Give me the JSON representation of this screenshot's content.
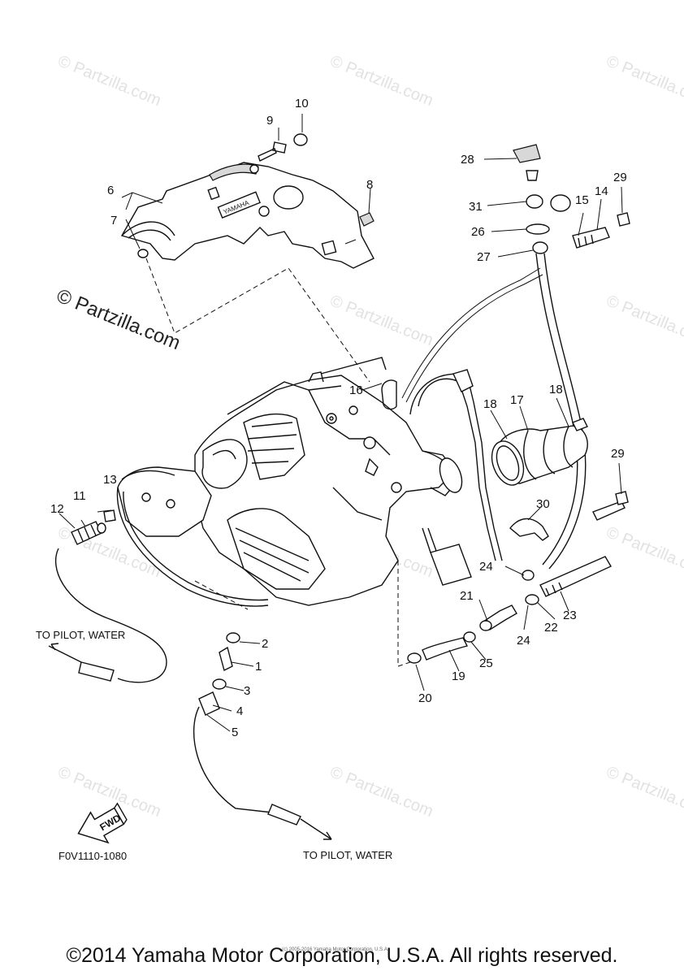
{
  "callouts": [
    "1",
    "2",
    "3",
    "4",
    "5",
    "6",
    "7",
    "8",
    "9",
    "10",
    "11",
    "12",
    "13",
    "14",
    "15",
    "16",
    "17",
    "18",
    "18",
    "19",
    "20",
    "21",
    "22",
    "23",
    "24",
    "24",
    "25",
    "26",
    "27",
    "28",
    "29",
    "29",
    "30",
    "31"
  ],
  "notes": {
    "to_pilot_left": "TO PILOT, WATER",
    "to_pilot_bottom": "TO PILOT, WATER",
    "fwd_label": "FWD",
    "figure_code": "F0V1110-1080",
    "cover_brand": "YAMAHA",
    "tiny_copyright": "(c) 2005-2016 Yamaha Motor Corporation, U.S.A."
  },
  "watermark": {
    "main": "© Partzilla.com",
    "repeat": "© Partzilla.com"
  },
  "footer": {
    "copyright": "©2014 Yamaha Motor Corporation, U.S.A. All rights reserved."
  }
}
